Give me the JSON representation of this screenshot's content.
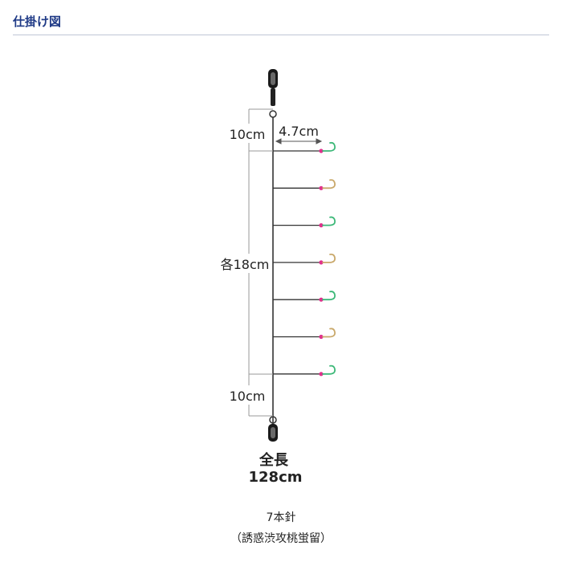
{
  "header": {
    "title": "仕掛け図"
  },
  "diagram": {
    "top_spacing": "10cm",
    "branch_length": "4.7cm",
    "branch_spacing": "各18cm",
    "bottom_spacing": "10cm",
    "total_label": "全長",
    "total_value": "128cm",
    "hook_count": "7本針",
    "hook_type": "（誘惑渋攻桃蛍留）",
    "hook_colors": [
      "#3cb878",
      "#c9a86a",
      "#3cb878",
      "#c9a86a",
      "#3cb878",
      "#c9a86a",
      "#3cb878"
    ],
    "bead_color": "#e0308c",
    "line_color": "#333333"
  }
}
